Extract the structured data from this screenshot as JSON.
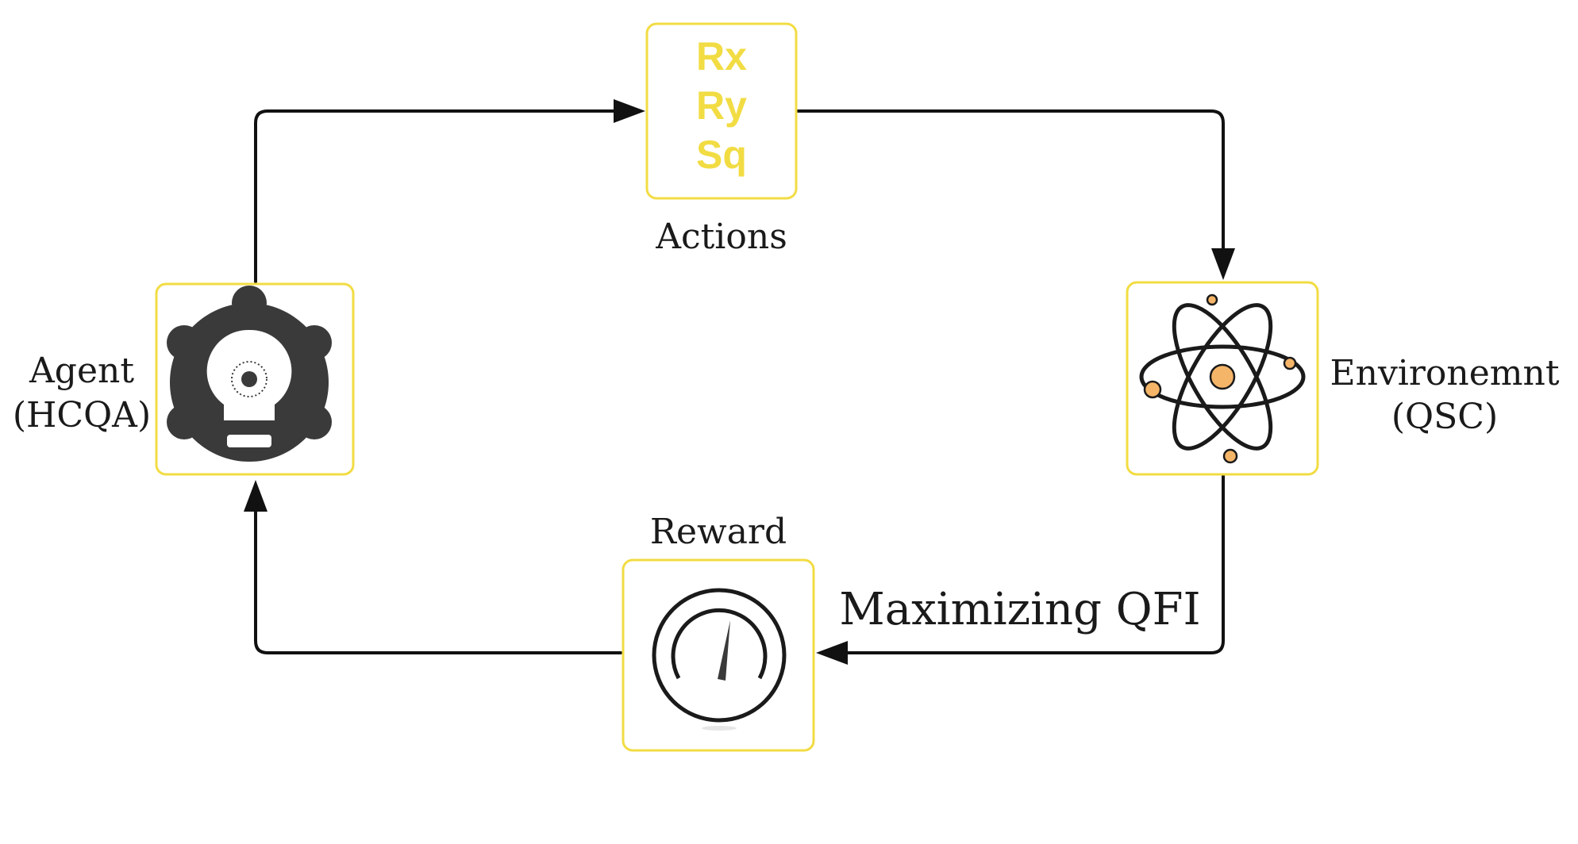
{
  "actions": {
    "items": [
      "Rx",
      "Ry",
      "Sq"
    ],
    "label": "Actions"
  },
  "agent": {
    "label_line1": "Agent",
    "label_line2": "(HCQA)",
    "icon": "gear-lightbulb-icon"
  },
  "environment": {
    "label_line1": "Environemnt",
    "label_line2": "(QSC)",
    "icon": "atom-icon"
  },
  "reward": {
    "label": "Reward",
    "icon": "gauge-icon"
  },
  "edge_label": "Maximizing QFI",
  "colors": {
    "box_border": "#f2dc43",
    "action_text": "#f2dc43",
    "arrow": "#111111",
    "electron": "#f5b569"
  }
}
